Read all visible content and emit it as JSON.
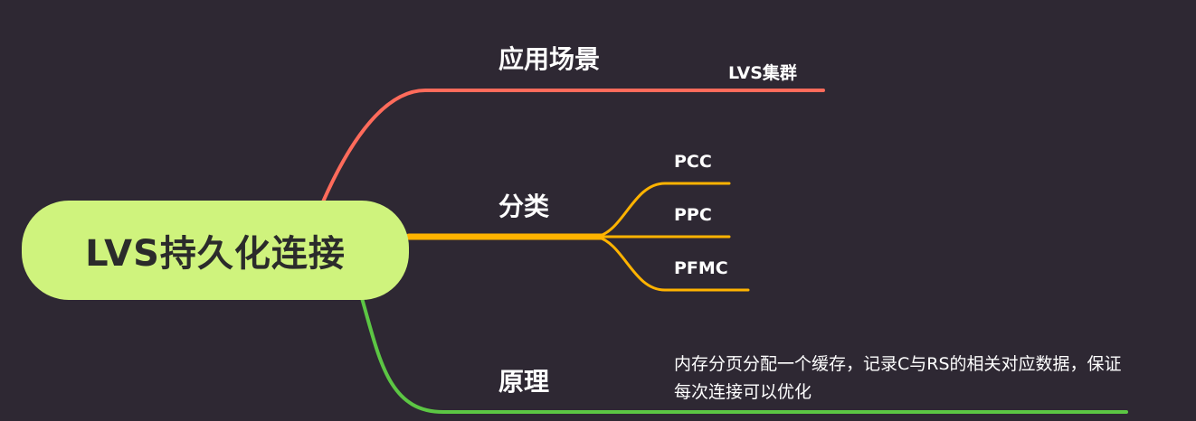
{
  "root": {
    "label": "LVS持久化连接"
  },
  "branches": [
    {
      "label": "应用场景",
      "color": "#ff6b5b",
      "children": [
        {
          "label": "LVS集群"
        }
      ]
    },
    {
      "label": "分类",
      "color": "#ffb300",
      "children": [
        {
          "label": "PCC"
        },
        {
          "label": "PPC"
        },
        {
          "label": "PFMC"
        }
      ]
    },
    {
      "label": "原理",
      "color": "#5cc644",
      "children": [
        {
          "label": "内存分页分配一个缓存，记录C与RS的相关对应数据，保证每次连接可以优化"
        }
      ]
    }
  ],
  "colors": {
    "background": "#2e2833",
    "root_fill": "#cff37d"
  }
}
